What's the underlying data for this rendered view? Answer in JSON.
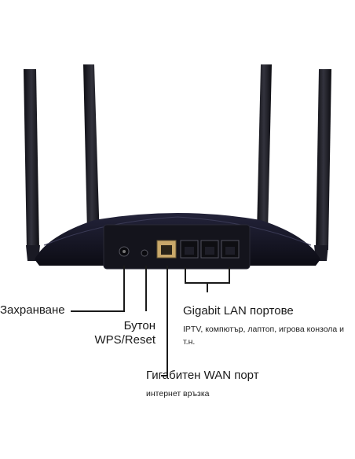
{
  "labels": {
    "power": "Захранване",
    "wps_line1": "Бутон",
    "wps_line2": "WPS/Reset",
    "lan_title": "Gigabit LAN портове",
    "lan_desc": "IPTV, компютър, лаптоп, игрова конзола и т.н.",
    "wan_title": "Гигабитен WAN порт",
    "wan_desc": "интернет връзка"
  },
  "colors": {
    "router_body": "#15151f",
    "background": "#ffffff",
    "callout_line": "#1a1a1a"
  }
}
